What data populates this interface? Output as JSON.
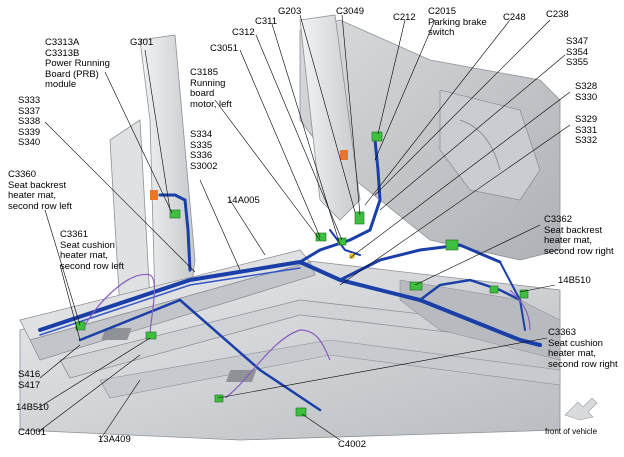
{
  "labels": {
    "c3313": "C3313A\nC3313B\nPower Running\nBoard (PRB)\nmodule",
    "g301": "G301",
    "s333": "S333\nS337\nS338\nS339\nS340",
    "c3360": "C3360\nSeat backrest\nheater mat,\nsecond row left",
    "c3361": "C3361\nSeat cushion\nheater mat,\nsecond row left",
    "s416": "S416\nS417",
    "b14b510_left": "14B510",
    "c4001": "C4001",
    "a13409": "13A409",
    "c4002": "C4002",
    "c3185": "C3185\nRunning\nboard\nmotor, left",
    "s334": "S334\nS335\nS336\nS3002",
    "a14005": "14A005",
    "c3051": "C3051",
    "c312": "C312",
    "c311": "C311",
    "g203": "G203",
    "c3049": "C3049",
    "c212": "C212",
    "c2015": "C2015\nParking brake\nswitch",
    "c248": "C248",
    "c238": "C238",
    "s347": "S347\nS354\nS355",
    "s328": "S328\nS330",
    "s329": "S329\nS331\nS332",
    "c3362": "C3362\nSeat backrest\nheater mat,\nsecond row right",
    "b14b510_right": "14B510",
    "c3363": "C3363\nSeat cushion\nheater mat,\nsecond row right",
    "front_of_vehicle": "front of vehicle"
  },
  "colors": {
    "harness_blue": "#1a3fa8",
    "connector_green": "#3fbf3f",
    "pigtail_purple": "#8a5cc0",
    "connector_orange": "#e8762a",
    "body_gray": "#cfd2d6"
  },
  "icons": {
    "front_arrow": "front-of-vehicle-arrow-icon"
  }
}
